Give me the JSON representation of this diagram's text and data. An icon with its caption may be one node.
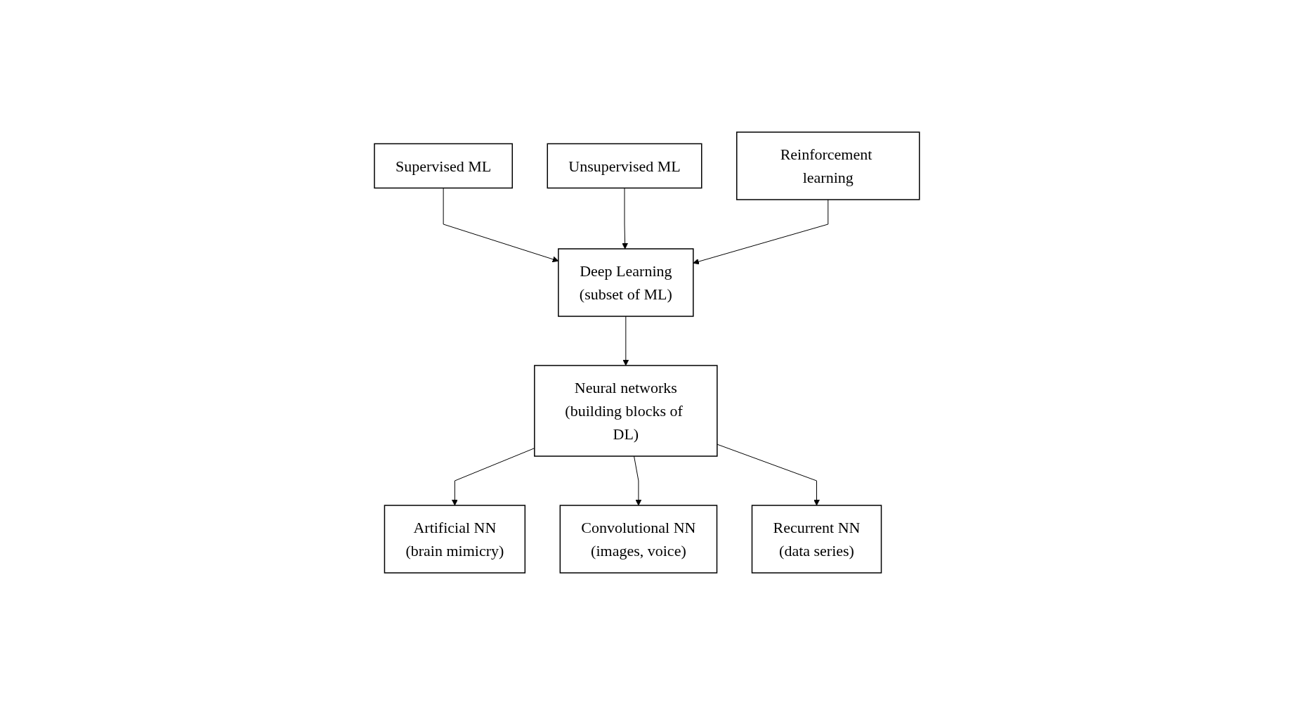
{
  "diagram": {
    "nodes": [
      {
        "text": [
          "Supervised ML"
        ]
      },
      {
        "text": [
          "Unsupervised ML"
        ]
      },
      {
        "text": [
          "Reinforcement learning"
        ]
      },
      {
        "text": [
          "Deep Learning",
          "(subset of ML)"
        ]
      },
      {
        "text": [
          "Neural networks",
          "(building blocks of DL)"
        ]
      },
      {
        "text": [
          "Artificial NN",
          "(brain mimicry)"
        ]
      },
      {
        "text": [
          "Convolutional NN",
          "(images, voice)"
        ]
      },
      {
        "text": [
          "Recurrent NN",
          "(data series)"
        ]
      }
    ],
    "edges": [
      {
        "from": 0,
        "to": 3,
        "arrow": "to"
      },
      {
        "from": 1,
        "to": 3,
        "arrow": "to"
      },
      {
        "from": 2,
        "to": 3,
        "arrow": "to"
      },
      {
        "from": 3,
        "to": 4,
        "arrow": "to"
      },
      {
        "from": 4,
        "to": 5,
        "arrow": "to"
      },
      {
        "from": 4,
        "to": 6,
        "arrow": "to"
      },
      {
        "from": 4,
        "to": 7,
        "arrow": "to"
      }
    ]
  }
}
